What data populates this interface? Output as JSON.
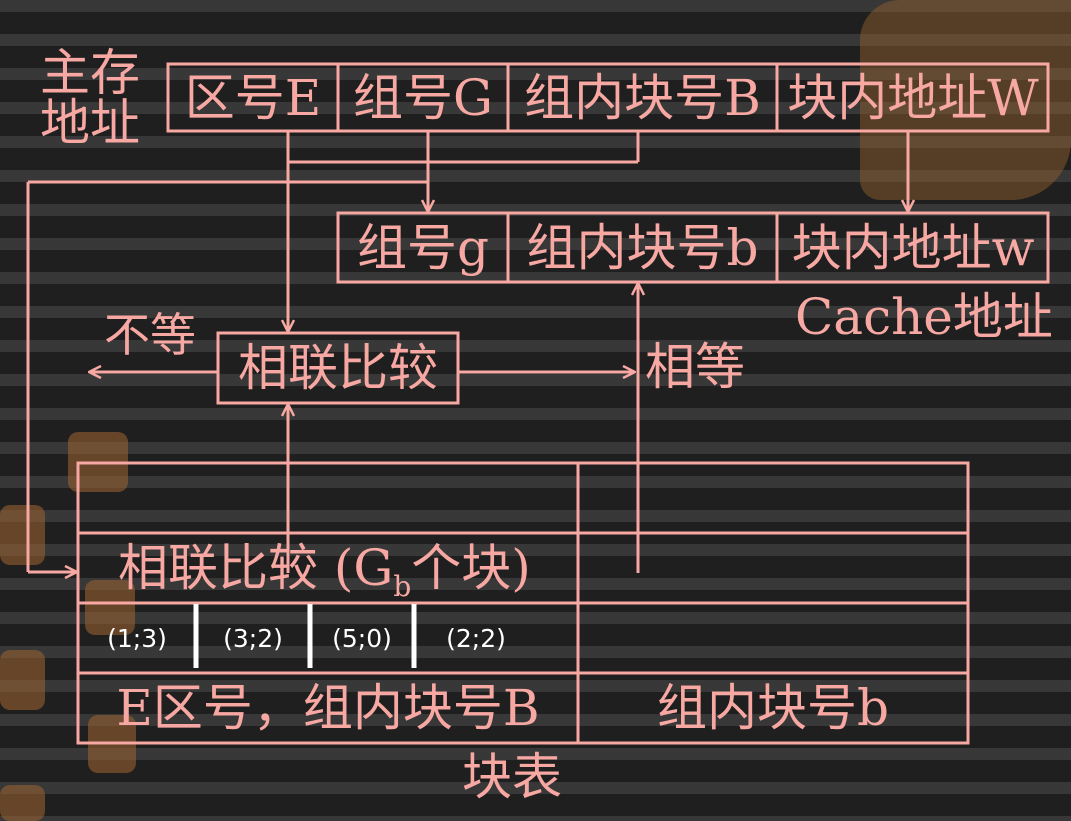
{
  "main_memory": {
    "label_line1": "主存",
    "label_line2": "地址",
    "fields": [
      "区号E",
      "组号G",
      "组内块号B",
      "块内地址W"
    ]
  },
  "cache": {
    "fields": [
      "组号g",
      "组内块号b",
      "块内地址w"
    ],
    "label": "Cache地址"
  },
  "compare": {
    "label": "相联比较",
    "not_equal": "不等",
    "equal": "相等"
  },
  "block_table": {
    "compare_label_prefix": "相联比较 (G",
    "compare_label_sub": "b",
    "compare_label_suffix": "个块)",
    "entries": [
      "(1;3)",
      "(3;2)",
      "(5;0)",
      "(2;2)"
    ],
    "left_footer": "E区号，组内块号B",
    "right_footer": "组内块号b",
    "caption": "块表"
  },
  "colors": {
    "line": "#f7a8a3",
    "background": "#1f1f1f",
    "entry_text": "#ffffff"
  }
}
